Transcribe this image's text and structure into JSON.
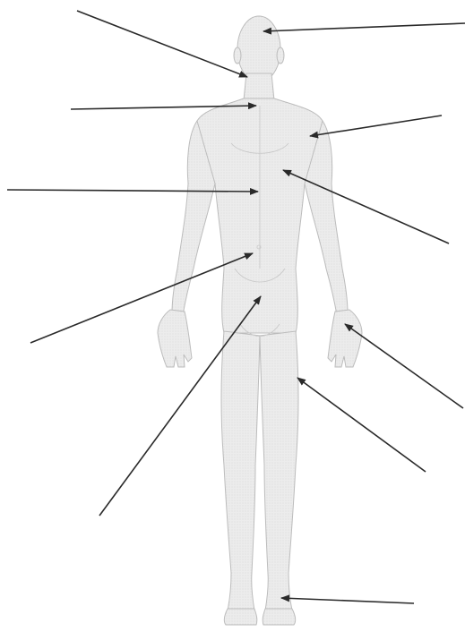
{
  "diagram": {
    "title": "",
    "subject": "human-body-anterior-view",
    "body_fill": "#e9e9e9",
    "body_stroke": "#bdbdbd",
    "arrow_color": "#2a2a2a",
    "background": "#ffffff",
    "leader_lines": [
      {
        "name": "pointer-head-top",
        "side": "right"
      },
      {
        "name": "pointer-face-chin",
        "side": "left"
      },
      {
        "name": "pointer-neck-base",
        "side": "left"
      },
      {
        "name": "pointer-shoulder",
        "side": "right"
      },
      {
        "name": "pointer-chest-midline",
        "side": "left"
      },
      {
        "name": "pointer-chest-right",
        "side": "right"
      },
      {
        "name": "pointer-navel",
        "side": "left"
      },
      {
        "name": "pointer-pubic",
        "side": "left"
      },
      {
        "name": "pointer-hand-palm",
        "side": "right"
      },
      {
        "name": "pointer-thigh",
        "side": "right"
      },
      {
        "name": "pointer-foot",
        "side": "right"
      }
    ]
  }
}
